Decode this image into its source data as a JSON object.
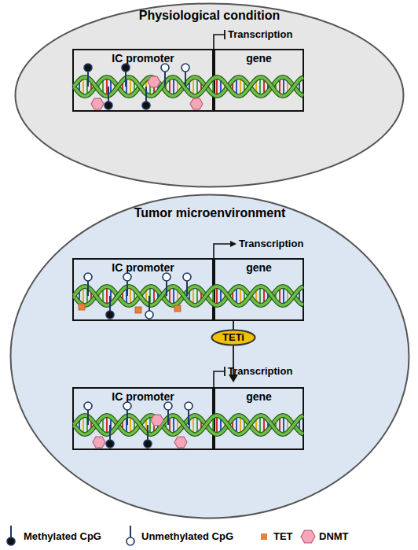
{
  "diagram": {
    "nodes": [
      {
        "text": [
          "Physiological condition"
        ]
      },
      {
        "text": [
          "IC promoter"
        ],
        "in": 0
      },
      {
        "text": [
          "gene"
        ],
        "in": 0
      },
      {
        "text": [
          "Tumor microenvironment"
        ]
      },
      {
        "text": [
          "IC promoter"
        ],
        "in": 3
      },
      {
        "text": [
          "gene"
        ],
        "in": 3
      },
      {
        "text": [
          "TETi"
        ],
        "in": 3
      },
      {
        "text": [
          "IC promoter"
        ],
        "in": 3
      },
      {
        "text": [
          "gene"
        ],
        "in": 3
      }
    ],
    "labels": [
      "Transcription",
      "Transcription",
      "Transcription"
    ],
    "legend": [
      {
        "text": "Methylated CpG"
      },
      {
        "text": "Unmethylated CpG"
      },
      {
        "text": "TET",
        "color": "#e8823a"
      },
      {
        "text": "DNMT"
      }
    ]
  }
}
